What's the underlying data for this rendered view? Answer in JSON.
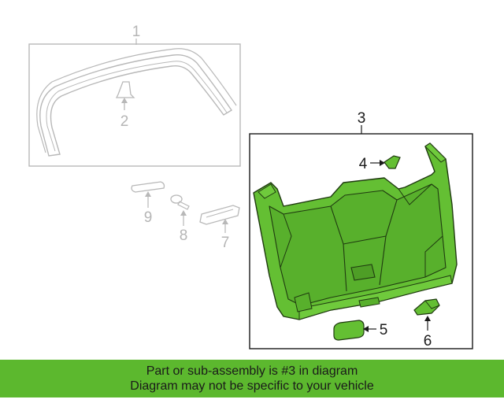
{
  "colors": {
    "highlight": "#5cb82e",
    "part_fill": "#64bf33",
    "part_stroke": "#1f3a10",
    "dim_stroke": "#b8b8b8",
    "dark_stroke": "#1a1a1a"
  },
  "callouts": {
    "c1": "1",
    "c2": "2",
    "c3": "3",
    "c4": "4",
    "c5": "5",
    "c6": "6",
    "c7": "7",
    "c8": "8",
    "c9": "9"
  },
  "banner": {
    "line1": "Part or sub-assembly is #3 in diagram",
    "line2": "Diagram may not be specific to your vehicle"
  }
}
